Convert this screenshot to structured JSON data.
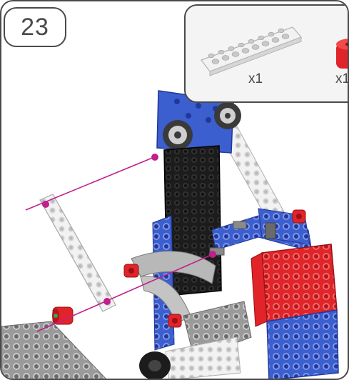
{
  "step": {
    "number": "23"
  },
  "parts_panel": {
    "items": [
      {
        "icon": "white-beam-plate-icon",
        "quantity": "x1"
      },
      {
        "icon": "red-spacer-icon",
        "quantity": "x1"
      }
    ]
  },
  "colors": {
    "frame_border": "#4a4a4a",
    "panel_bg": "#f4f4f4",
    "guide_line": "#c0208a",
    "blue_block": "#3b5fcf",
    "red_part": "#e0242a",
    "black_part": "#1c1c1c",
    "white_part": "#f2f2f2",
    "gray_part": "#a8a8a8"
  }
}
